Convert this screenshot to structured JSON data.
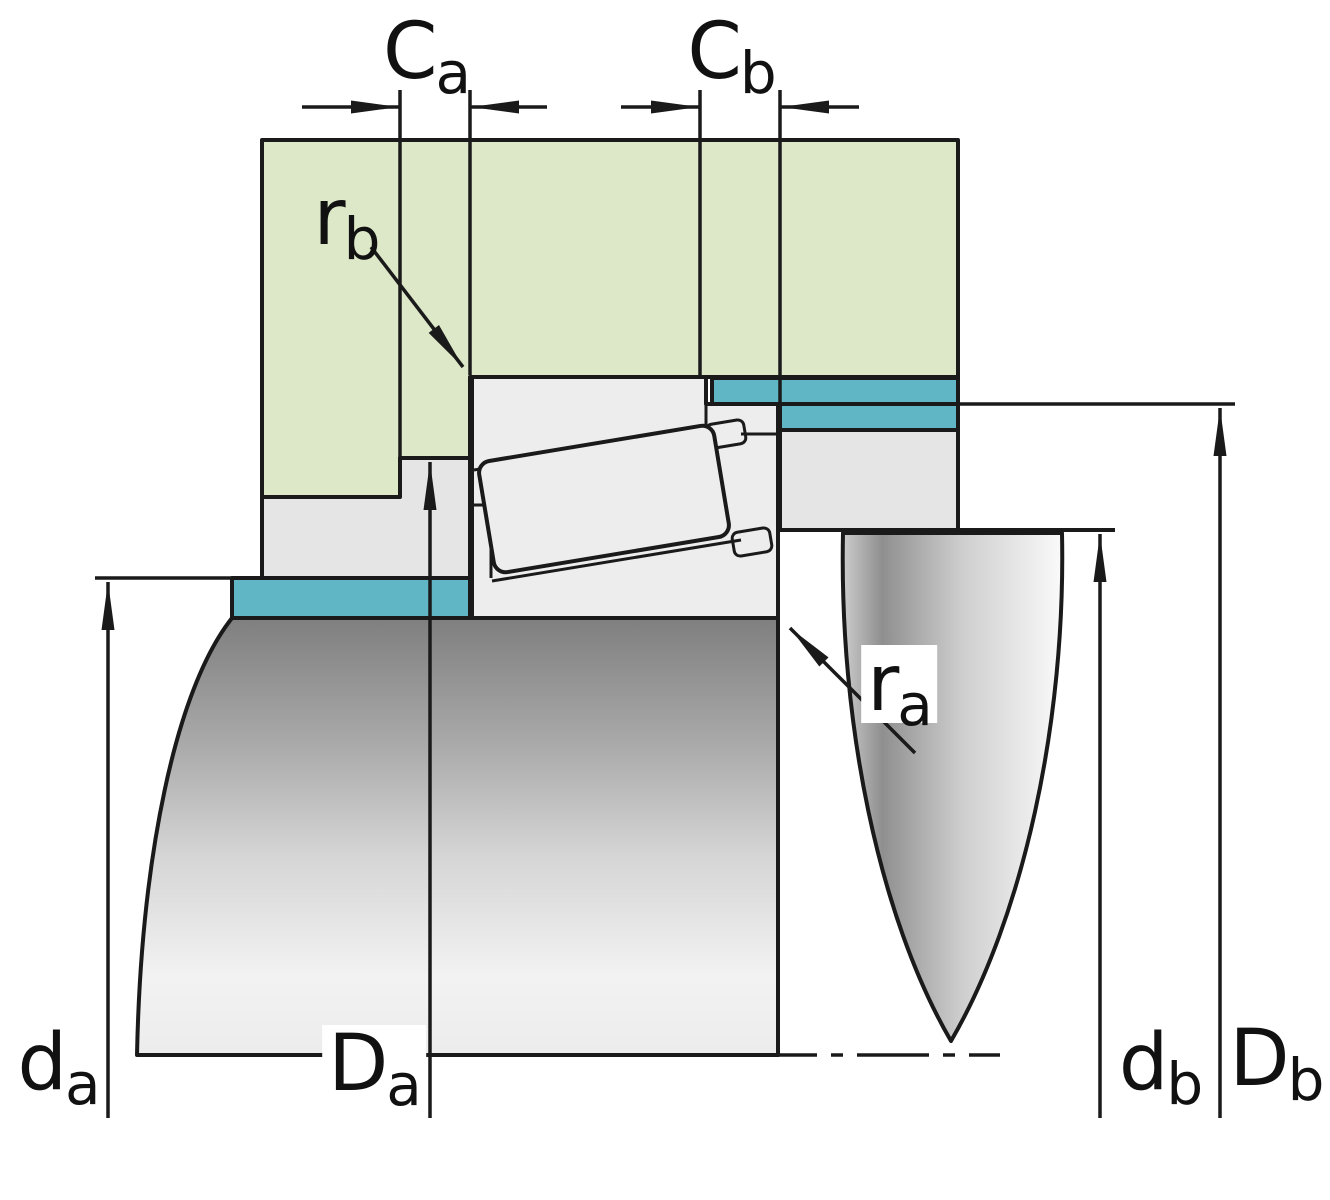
{
  "labels": {
    "ca": {
      "main": "C",
      "sub": "a"
    },
    "cb": {
      "main": "C",
      "sub": "b"
    },
    "rb": {
      "main": "r",
      "sub": "b"
    },
    "ra": {
      "main": "r",
      "sub": "a"
    },
    "da": {
      "main": "d",
      "sub": "a"
    },
    "Da": {
      "main": "D",
      "sub": "a"
    },
    "db": {
      "main": "d",
      "sub": "b"
    },
    "Db": {
      "main": "D",
      "sub": "b"
    }
  },
  "colors": {
    "housing_green": "#dce8c8",
    "abutment_teal": "#60b6c4",
    "spacer_gray": "#e5e5e5",
    "bearing_gray": "#ededed",
    "cage_gray": "#e2e2e2",
    "outline": "#1a1a1a"
  }
}
